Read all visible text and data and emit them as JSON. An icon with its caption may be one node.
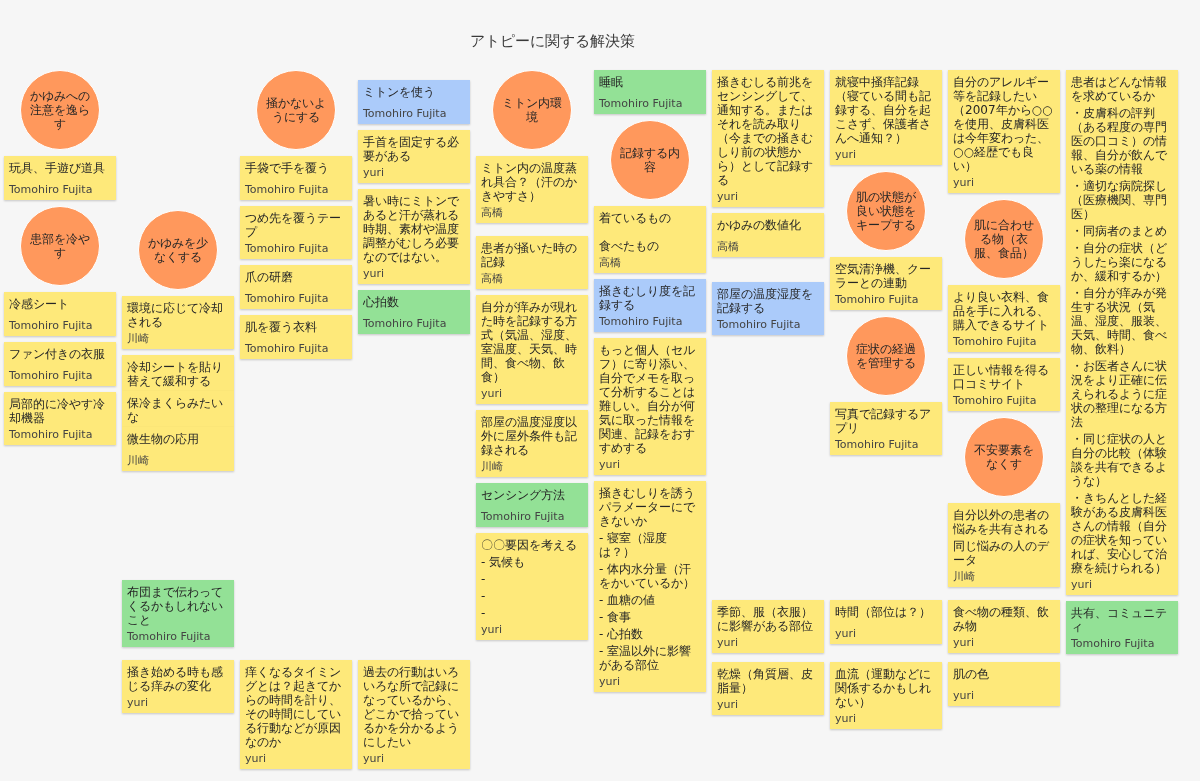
{
  "diagram": {
    "title": "アトピーに関する解決策",
    "nodes": [
      {
        "text": [
          "かゆみへの注意を逸らす"
        ]
      },
      {
        "text": [
          "玩具、手遊び道具",
          "Tomohiro Fujita"
        ]
      },
      {
        "text": [
          "患部を冷やす"
        ]
      },
      {
        "text": [
          "冷感シート",
          "Tomohiro Fujita"
        ]
      },
      {
        "text": [
          "ファン付きの衣服",
          "Tomohiro Fujita"
        ]
      },
      {
        "text": [
          "局部的に冷やす冷却機器",
          "Tomohiro Fujita"
        ]
      },
      {
        "text": [
          "かゆみを少なくする"
        ]
      },
      {
        "text": [
          "環境に応じて冷却される",
          "川崎"
        ]
      },
      {
        "text": [
          "冷却シートを貼り替えて緩和する"
        ]
      },
      {
        "text": [
          "保冷まくらみたいな"
        ]
      },
      {
        "text": [
          "微生物の応用",
          "川崎"
        ]
      },
      {
        "text": [
          "掻かないようにする"
        ]
      },
      {
        "text": [
          "手袋で手を覆う",
          "Tomohiro Fujita"
        ]
      },
      {
        "text": [
          "つめ先を覆うテープ",
          "Tomohiro Fujita"
        ]
      },
      {
        "text": [
          "爪の研磨",
          "Tomohiro Fujita"
        ]
      },
      {
        "text": [
          "肌を覆う衣料",
          "Tomohiro Fujita"
        ]
      },
      {
        "text": [
          "ミトンを使う",
          "Tomohiro Fujita"
        ]
      },
      {
        "text": [
          "手首を固定する必要がある",
          "yuri"
        ]
      },
      {
        "text": [
          "暑い時にミトンであると汗が蒸れる時期、素材や温度調整がむしろ必要なのではない。",
          "yuri"
        ]
      },
      {
        "text": [
          "心拍数",
          "Tomohiro Fujita"
        ]
      },
      {
        "text": [
          "ミトン内環境"
        ]
      },
      {
        "text": [
          "ミトン内の温度蒸れ具合？（汗のかきやすさ）",
          "高橋"
        ]
      },
      {
        "text": [
          "睡眠",
          "Tomohiro Fujita"
        ]
      },
      {
        "text": [
          "記録する内容"
        ]
      },
      {
        "text": [
          "患者が掻いた時の記録",
          "高橋"
        ]
      },
      {
        "text": [
          "着ているもの",
          "食べたもの",
          "高橋"
        ]
      },
      {
        "text": [
          "自分が痒みが現れた時を記録する方式（気温、湿度、室温度、天気、時間、食べ物、飲食）",
          "yuri"
        ]
      },
      {
        "text": [
          "かゆみの数値化",
          "高橋"
        ]
      },
      {
        "text": [
          "掻きむしり度を記録する",
          "Tomohiro Fujita"
        ]
      },
      {
        "text": [
          "部屋の温度湿度を記録する",
          "Tomohiro Fujita"
        ]
      },
      {
        "text": [
          "部屋の温度湿度以外に屋外条件も記録される",
          "川崎"
        ]
      },
      {
        "text": [
          "もっと個人（セルフ）に寄り添い、自分でメモを取って分析することは難しい。自分が何気に取った情報を関連、記録をおすすめする",
          "yuri"
        ]
      },
      {
        "text": [
          "センシング方法",
          "Tomohiro Fujita"
        ]
      },
      {
        "text": [
          "掻きむしりを誘うパラメーターにできないか",
          "- 寝室（湿度は？）",
          "- 体内水分量（汗をかいているか）",
          "- 血糖の値",
          "- 食事",
          "- 心拍数",
          "- 室温以外に影響がある部位",
          "yuri"
        ]
      },
      {
        "text": [
          "〇〇要因を考える",
          "- 気候も",
          "-",
          "-",
          "-",
          "yuri"
        ]
      },
      {
        "text": [
          "季節、服（衣服）に影響がある部位",
          "yuri"
        ]
      },
      {
        "text": [
          "時間（部位は？）",
          "yuri"
        ]
      },
      {
        "text": [
          "食べ物の種類、飲み物",
          "yuri"
        ]
      },
      {
        "text": [
          "乾燥（角質層、皮脂量）",
          "yuri"
        ]
      },
      {
        "text": [
          "血流（運動などに関係するかもしれない）",
          "yuri"
        ]
      },
      {
        "text": [
          "肌の色",
          "yuri"
        ]
      },
      {
        "text": [
          "掻きむしる前兆をセンシングして、通知する。またはそれを読み取り（今までの掻きむしり前の状態から）として記録する",
          "yuri"
        ]
      },
      {
        "text": [
          "就寝中掻痒記録（寝ている間も記録する、自分を起こさず、保護者さんへ通知？）",
          "yuri"
        ]
      },
      {
        "text": [
          "自分のアレルギー等を記録したい（2007年から○○を使用、皮膚科医は今年変わった、○○経歴でも良い）",
          "yuri"
        ]
      },
      {
        "text": [
          "肌の状態が良い状態をキープする"
        ]
      },
      {
        "text": [
          "空気清浄機、クーラーとの連動",
          "Tomohiro Fujita"
        ]
      },
      {
        "text": [
          "症状の経過を管理する"
        ]
      },
      {
        "text": [
          "写真で記録するアプリ",
          "Tomohiro Fujita"
        ]
      },
      {
        "text": [
          "肌に合わせる物（衣服、食品）"
        ]
      },
      {
        "text": [
          "より良い衣料、食品を手に入れる、購入できるサイト",
          "Tomohiro Fujita"
        ]
      },
      {
        "text": [
          "正しい情報を得る口コミサイト",
          "Tomohiro Fujita"
        ]
      },
      {
        "text": [
          "患者はどんな情報を求めているか",
          "・皮膚科の評判（ある程度の専門医の口コミ）の情報、自分が飲んでいる薬の情報",
          "・適切な病院探し（医療機関、専門医）",
          "・同病者のまとめ",
          "・自分の症状（どうしたら楽になるか、緩和するか）",
          "・自分が痒みが発生する状況（気温、湿度、服装、天気、時間、食べ物、飲料）",
          "・お医者さんに状況をより正確に伝えられるように症状の整理になる方法",
          "・同じ症状の人と自分の比較（体験談を共有できるような）",
          "・きちんとした経験がある皮膚科医さんの情報（自分の症状を知っていれば、安心して治療を続けられる）",
          "yuri"
        ]
      },
      {
        "text": [
          "不安要素をなくす"
        ]
      },
      {
        "text": [
          "自分以外の患者の悩みを共有される",
          "同じ悩みの人のデータ",
          "川崎"
        ]
      },
      {
        "text": [
          "共有、コミュニティ",
          "Tomohiro Fujita"
        ]
      },
      {
        "text": [
          "布団まで伝わってくるかもしれないこと",
          "Tomohiro Fujita"
        ]
      },
      {
        "text": [
          "掻き始める時も感じる痒みの変化",
          "yuri"
        ]
      },
      {
        "text": [
          "痒くなるタイミングとは？起きてからの時間を計り、その時間にしている行動などが原因なのか",
          "yuri"
        ]
      },
      {
        "text": [
          "過去の行動はいろいろな所で記録になっているから、どこかで拾っているかを分かるようにしたい",
          "yuri"
        ]
      }
    ]
  }
}
